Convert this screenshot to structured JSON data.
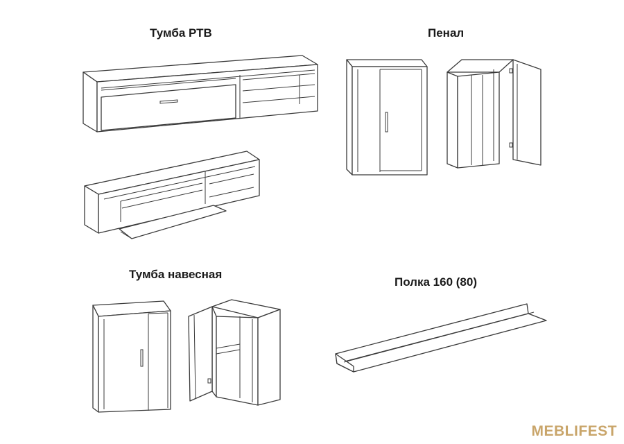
{
  "labels": {
    "tv_stand": "Тумба РТВ",
    "pencil_case": "Пенал",
    "wall_cabinet": "Тумба навесная",
    "shelf": "Полка 160 (80)"
  },
  "brand": "MEBLIFEST",
  "colors": {
    "line": "#3a3a3a",
    "brand": "#c9a56a"
  }
}
